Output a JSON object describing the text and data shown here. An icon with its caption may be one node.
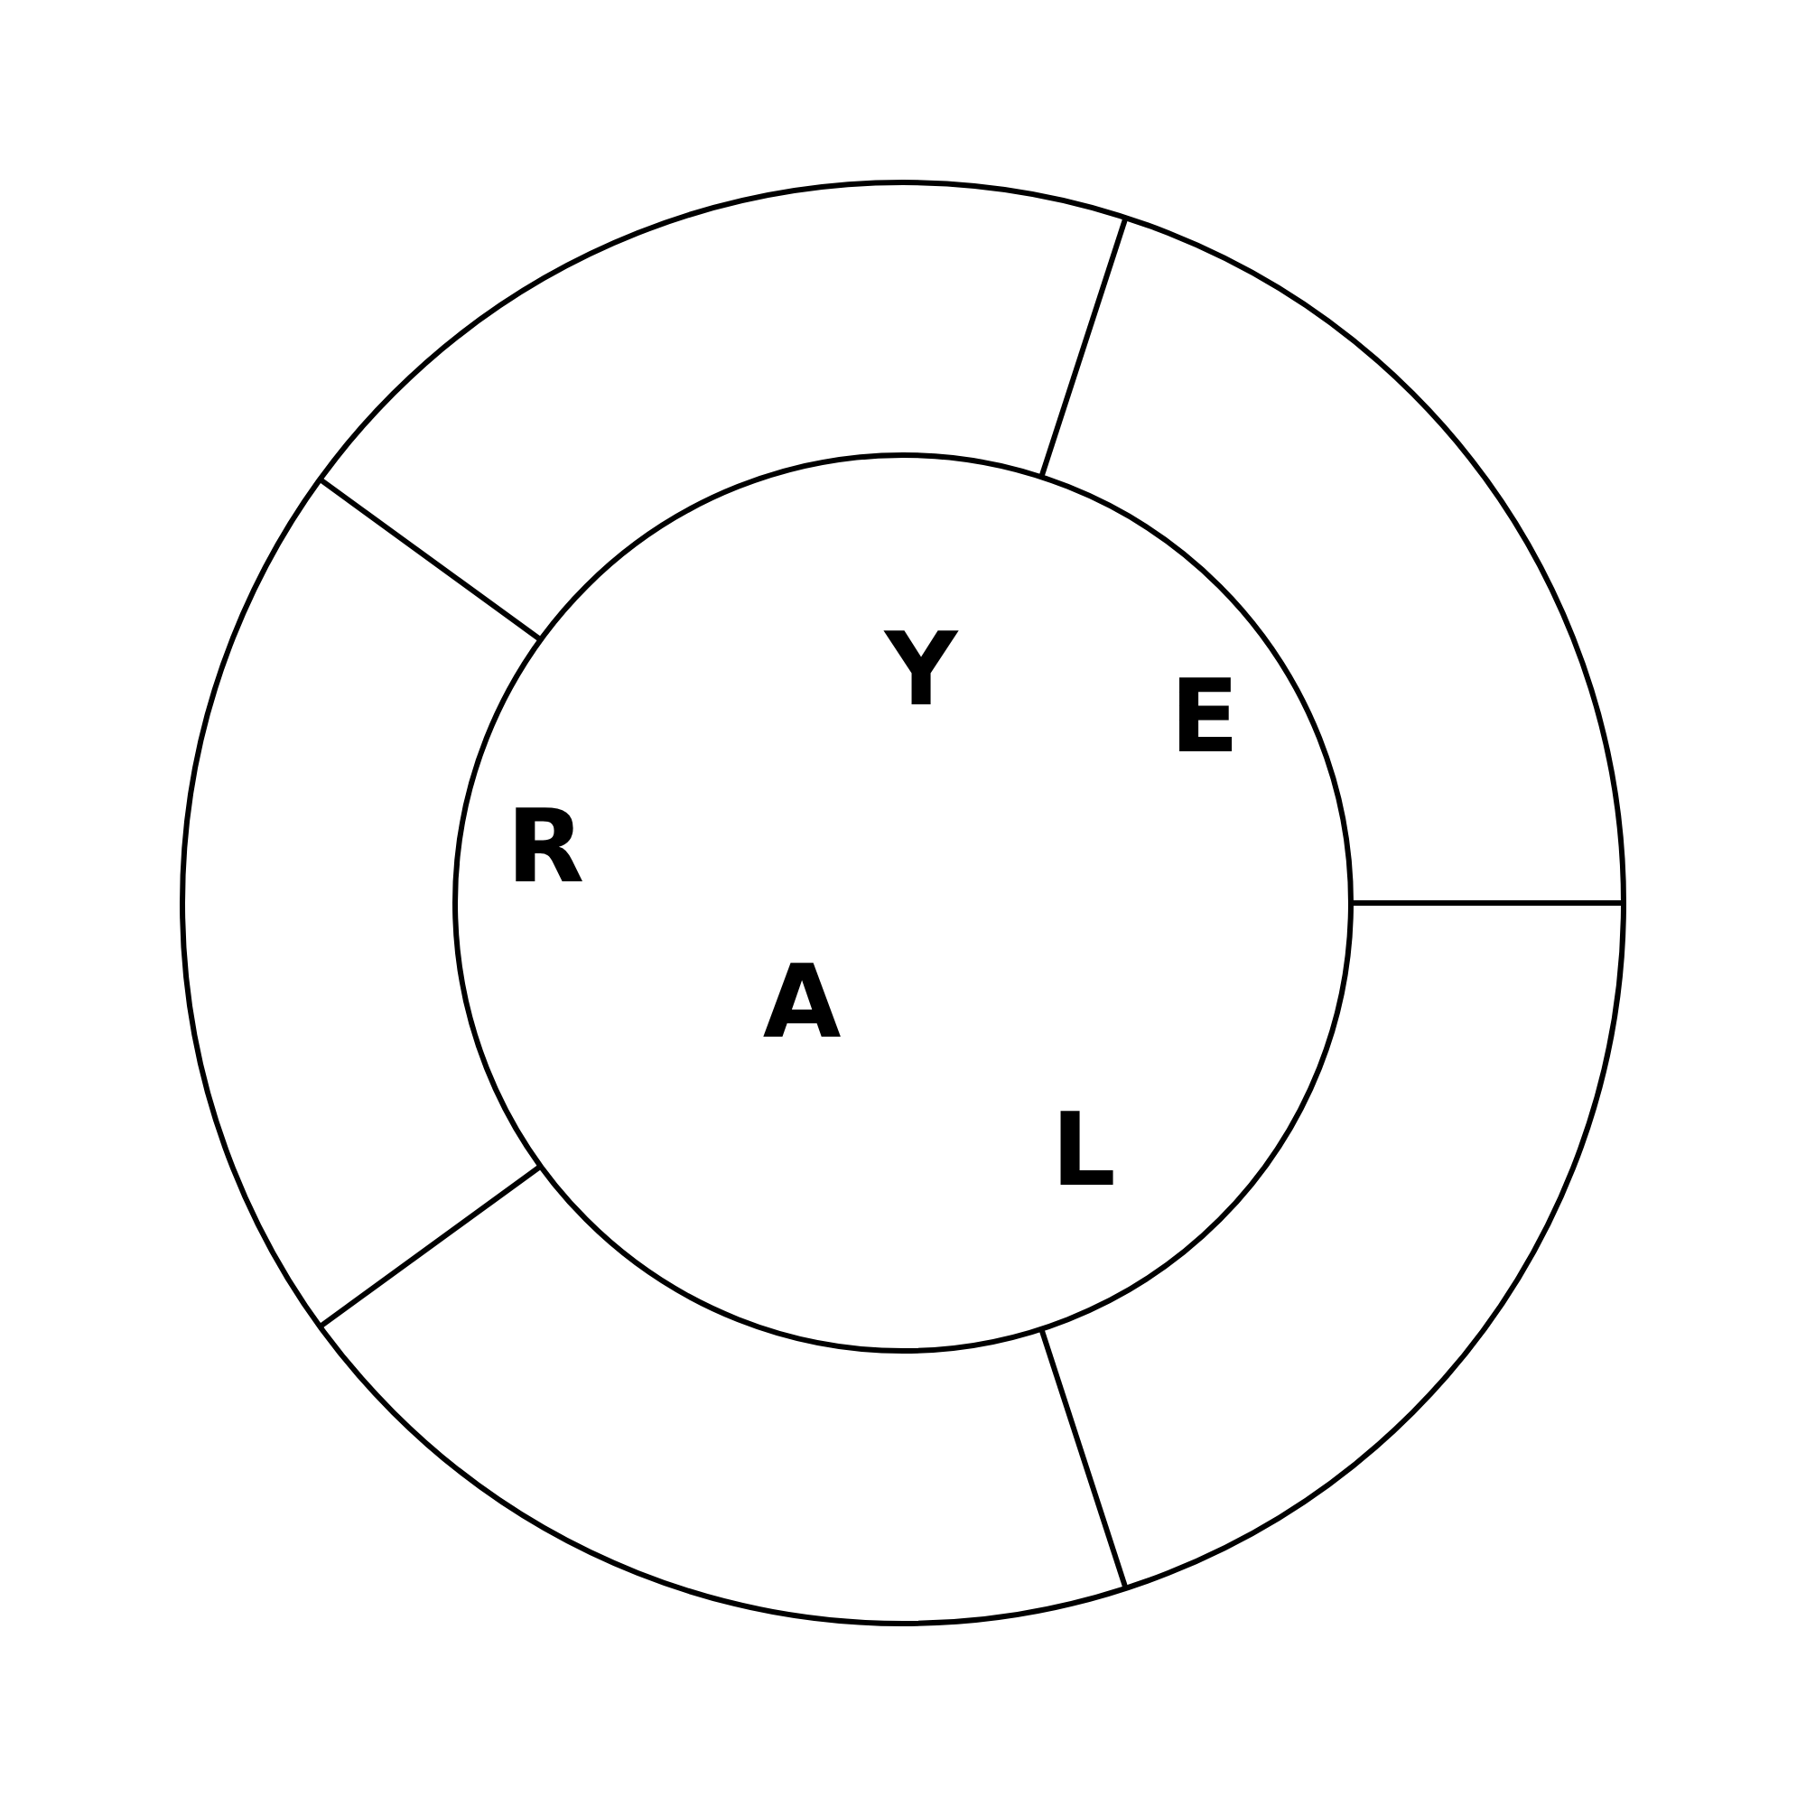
{
  "diagram": {
    "labels": [
      "Y",
      "E",
      "R",
      "A",
      "L"
    ]
  }
}
